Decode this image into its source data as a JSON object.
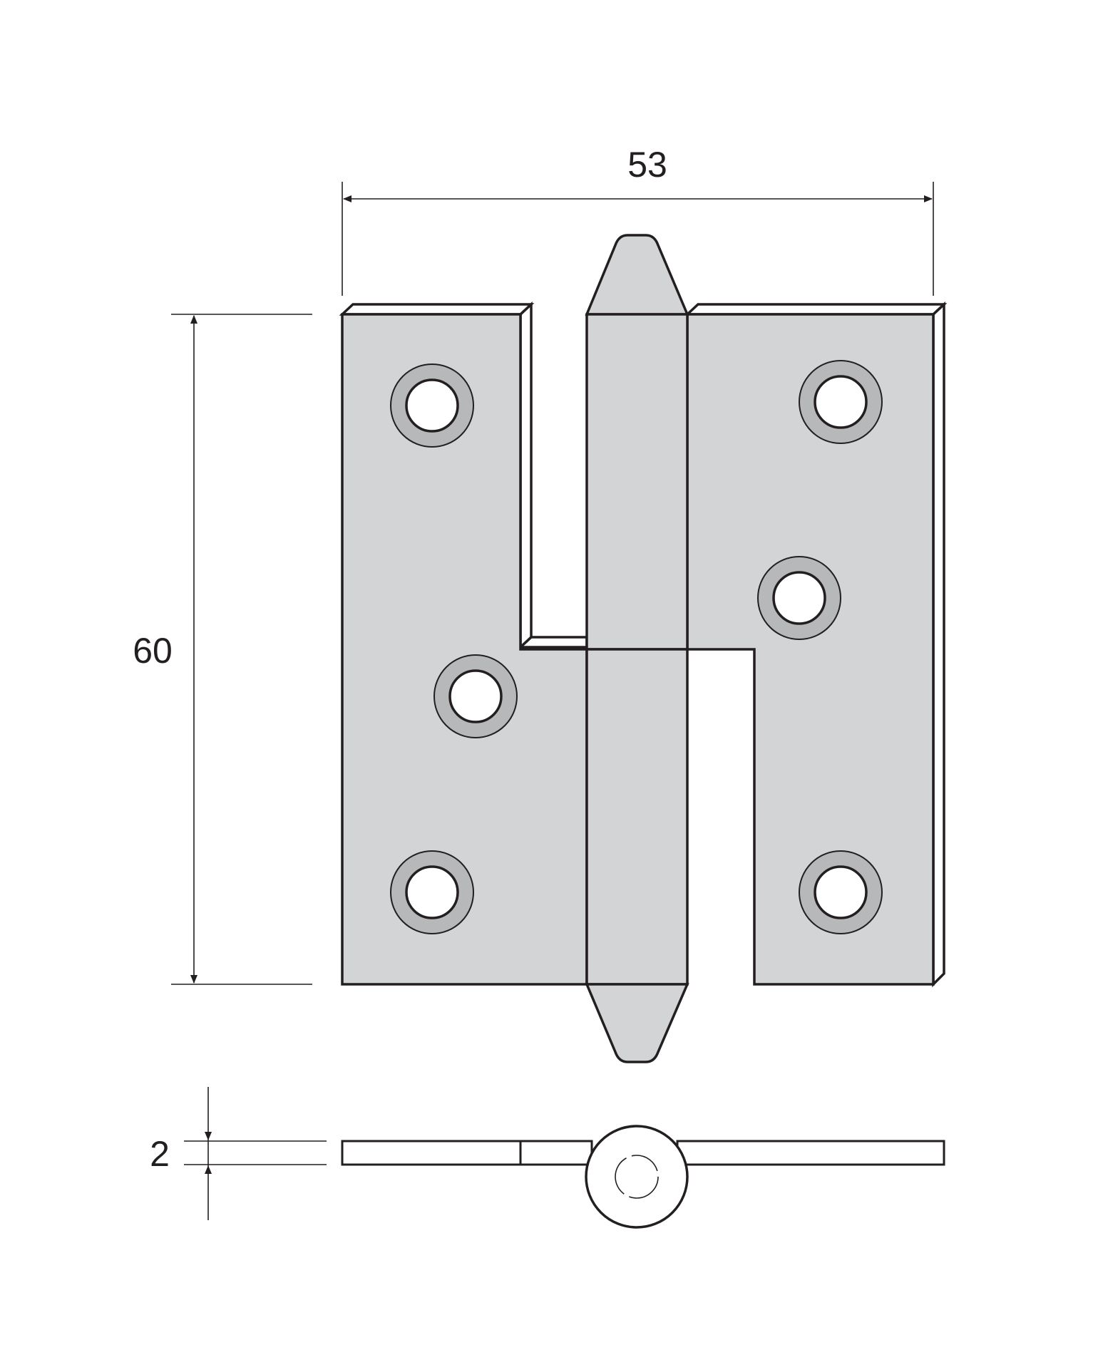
{
  "dimensions": {
    "width_label": "53",
    "height_label": "60",
    "thickness_label": "2"
  },
  "colors": {
    "plate_fill": "#d3d4d6",
    "edge_fill": "#ffffff",
    "outline": "#231f20",
    "hole_ring": "#b7b8ba"
  },
  "views": [
    "front-view",
    "end-view"
  ],
  "screw_holes": 6
}
